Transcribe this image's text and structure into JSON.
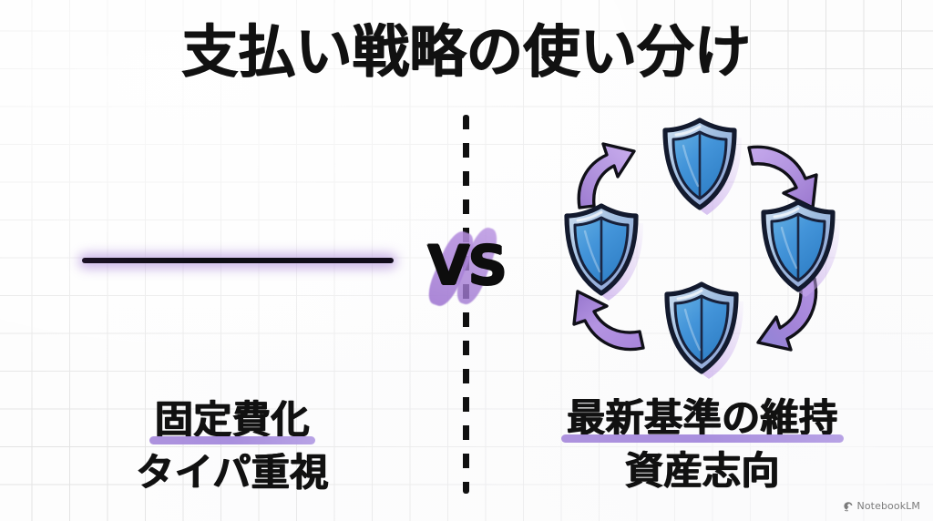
{
  "slide": {
    "title": "支払い戦略の使い分け",
    "background": "#fdfdfd",
    "grid_color": "#e3e3e3"
  },
  "center": {
    "vs_label": "VS",
    "divider_name": "dashed-vertical-divider"
  },
  "left_side": {
    "visual": "flat-horizontal-line",
    "captions": [
      {
        "text": "固定費化",
        "underlined": true
      },
      {
        "text": "タイパ重視",
        "underlined": false
      }
    ]
  },
  "right_side": {
    "visual": "shield-renewal-cycle",
    "shields": [
      {
        "position": "top"
      },
      {
        "position": "right"
      },
      {
        "position": "bottom"
      },
      {
        "position": "left"
      }
    ],
    "arrows": [
      {
        "position": "top-right"
      },
      {
        "position": "bottom-right"
      },
      {
        "position": "bottom-left"
      },
      {
        "position": "top-left"
      }
    ],
    "captions": [
      {
        "text": "最新基準の維持",
        "underlined": true
      },
      {
        "text": "資産志向",
        "underlined": false
      }
    ]
  },
  "watermark": {
    "label": "NotebookLM",
    "icon": "notebooklm-logo-icon"
  },
  "colors": {
    "accent_purple": "#a489dc",
    "ink_black": "#111111",
    "shield_outline": "#131a2e",
    "shield_blue": "#3e91d6",
    "shield_light_blue": "#a9c5e8",
    "arrow_purple": "#a87fd6"
  }
}
